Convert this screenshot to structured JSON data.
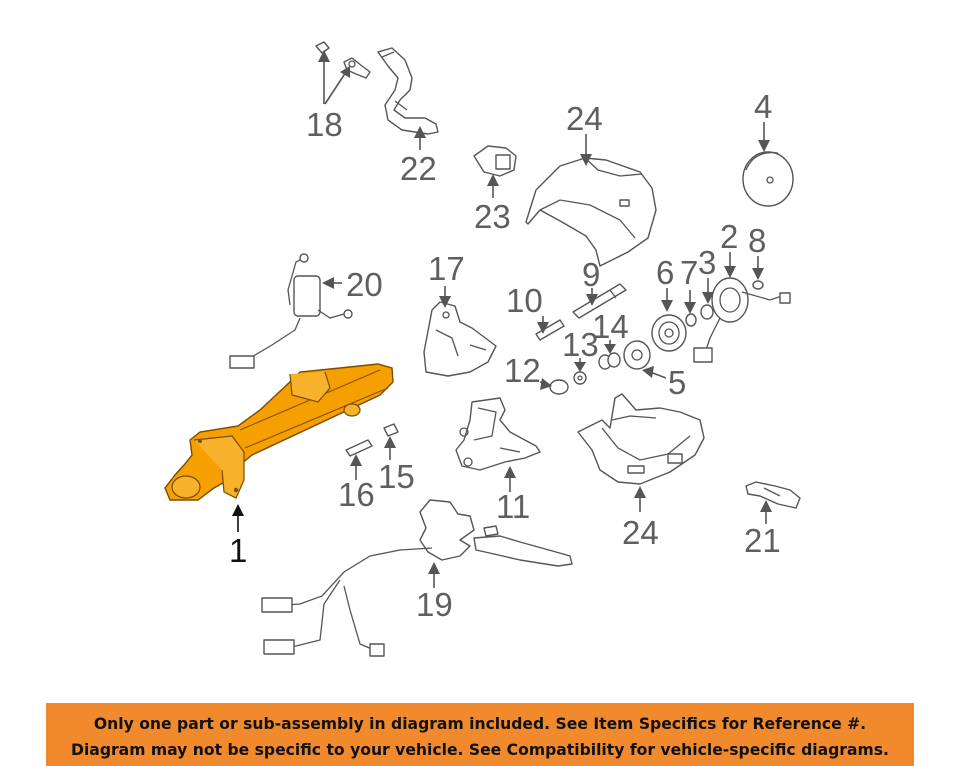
{
  "colors": {
    "highlight": "#f5a000",
    "banner": "#f08a2c",
    "line": "#555555"
  },
  "callouts": [
    {
      "id": "1",
      "text": "1"
    },
    {
      "id": "2",
      "text": "2"
    },
    {
      "id": "3",
      "text": "3"
    },
    {
      "id": "4",
      "text": "4"
    },
    {
      "id": "5",
      "text": "5"
    },
    {
      "id": "6",
      "text": "6"
    },
    {
      "id": "7",
      "text": "7"
    },
    {
      "id": "8",
      "text": "8"
    },
    {
      "id": "9",
      "text": "9"
    },
    {
      "id": "10",
      "text": "10"
    },
    {
      "id": "11",
      "text": "11"
    },
    {
      "id": "12",
      "text": "12"
    },
    {
      "id": "13",
      "text": "13"
    },
    {
      "id": "14",
      "text": "14"
    },
    {
      "id": "15",
      "text": "15"
    },
    {
      "id": "16",
      "text": "16"
    },
    {
      "id": "17",
      "text": "17"
    },
    {
      "id": "18",
      "text": "18"
    },
    {
      "id": "19",
      "text": "19"
    },
    {
      "id": "20",
      "text": "20"
    },
    {
      "id": "21",
      "text": "21"
    },
    {
      "id": "22",
      "text": "22"
    },
    {
      "id": "23",
      "text": "23"
    },
    {
      "id": "24a",
      "text": "24"
    },
    {
      "id": "24b",
      "text": "24"
    }
  ],
  "notice": {
    "line1": "Only one part or sub-assembly in diagram included. See Item Specifics for Reference #.",
    "line2": "Diagram may not be specific to your vehicle. See Compatibility for vehicle-specific diagrams."
  }
}
